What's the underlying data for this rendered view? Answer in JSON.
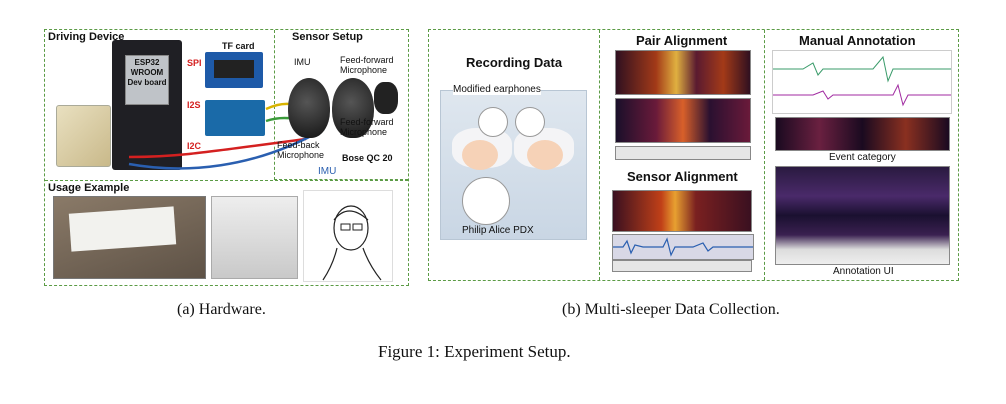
{
  "panel_a": {
    "driving_device": "Driving Device",
    "sensor_setup": "Sensor Setup",
    "usage_example": "Usage Example",
    "board_label": "ESP32\nWROOM\nDev board",
    "tf_card": "TF card",
    "spi": "SPI",
    "i2s": "I2S",
    "i2c": "I2C",
    "imu_top": "IMU",
    "imu_bottom": "IMU",
    "ff_mic_top": "Feed-forward\nMicrophone",
    "ff_mic_right": "Feed-forward\nMicrophone",
    "fb_mic": "Feed-back\nMicrophone",
    "bose": "Bose QC 20"
  },
  "panel_b": {
    "recording_data": "Recording Data",
    "modified_earphones": "Modified earphones",
    "philip": "Philip Alice PDX",
    "pair_alignment": "Pair Alignment",
    "sensor_alignment": "Sensor Alignment",
    "manual_annotation": "Manual Annotation",
    "event_category": "Event category",
    "annotation_ui": "Annotation UI"
  },
  "captions": {
    "a": "(a) Hardware.",
    "b": "(b) Multi-sleeper Data Collection.",
    "figure": "Figure 1: Experiment Setup."
  },
  "colors": {
    "dashed_border": "#5b9b45",
    "wire_red": "#d42020",
    "wire_blue": "#2a5fb0",
    "wire_yellow": "#d9b400",
    "wire_green": "#3a9b3a"
  }
}
